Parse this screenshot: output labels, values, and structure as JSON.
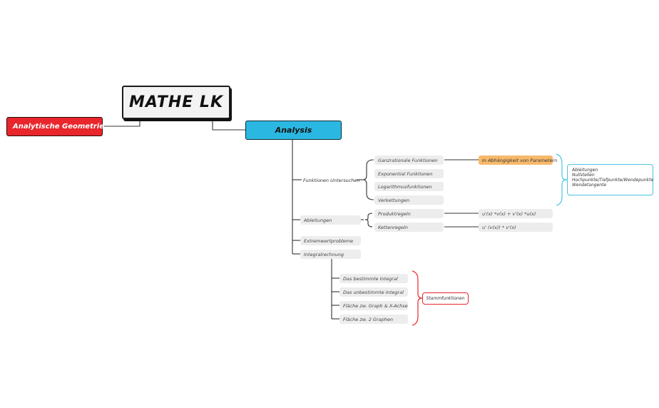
{
  "root": "MATHE LK",
  "left_topic": "Analytische Geometrie",
  "main_topic": "Analysis",
  "branches": {
    "funktionen": "Funktionen Untersuchen",
    "ableitungen": "Ableitungen",
    "extremwert": "Extremwertprobleme",
    "integral": "Integralrechnung"
  },
  "funktionen_children": [
    "Ganzrationale Funktionen",
    "Exponential Funktionen",
    "Logarithmusfunktionen",
    "Verkettungen"
  ],
  "parameter": "In Abhängigkeit von Parametern",
  "summary_blue": [
    "Ableitungen",
    "Nullstellen",
    "Hochpunkte/Tiefpunkte/Wendepunkte",
    "Wendetangente"
  ],
  "ableitungen_children": [
    "Produktregeln",
    "Kettenregeln"
  ],
  "formulas": [
    "u'(x) *v(x) + v'(x) *u(x)",
    "u' (v(x)) * v'(x)"
  ],
  "integral_children": [
    "Das bestimmte Integral",
    "Das unbestimmte Integral",
    "Fläche zw. Graph & X-Achse",
    "Fläche zw. 2 Graphen"
  ],
  "summary_red": "Stammfunktionen",
  "colors": {
    "red": "#e8262c",
    "blue": "#2ab8e2",
    "orange": "#f7b96b",
    "leaf": "#ededed"
  }
}
